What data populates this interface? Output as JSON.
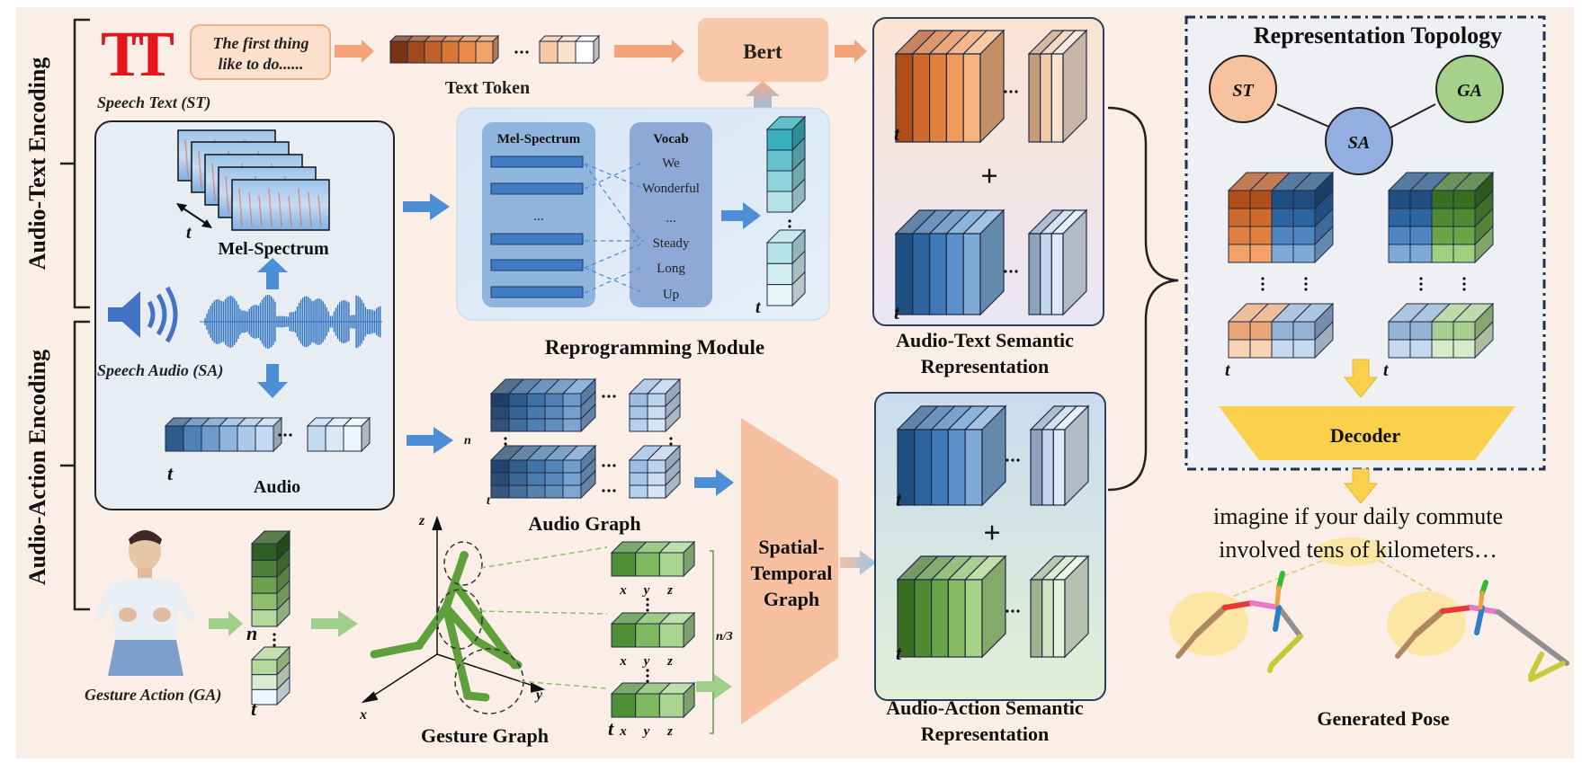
{
  "colors": {
    "background": "#fbeee6",
    "orange": "#e07f3c",
    "blue": "#3d78b8",
    "green": "#5f9a3c",
    "decoder": "#f9d14c",
    "arrow_orange": "#f3a47a",
    "arrow_blue": "#4c8fd6",
    "arrow_green": "#9fcf8a",
    "st_circle": "#f7c29d",
    "sa_circle": "#93aee0",
    "ga_circle": "#a6d18a"
  },
  "labels": {
    "audio_text_encoding": "Audio-Text Encoding",
    "audio_action_encoding": "Audio-Action Encoding",
    "speech_text": "Speech Text (ST)",
    "text_quote": [
      "The first thing",
      "like to do......"
    ],
    "text_token": "Text Token",
    "bert": "Bert",
    "mel_spectrum": "Mel-Spectrum",
    "speech_audio": "Speech Audio (SA)",
    "audio": "Audio",
    "reprogramming_module": "Reprogramming Module",
    "panel_mel_title": "Mel-Spectrum",
    "panel_mel_ellipsis": "...",
    "vocab_title": "Vocab",
    "vocab_items": [
      "We",
      "Wonderful",
      "...",
      "Steady",
      "Long",
      "Up"
    ],
    "audio_graph": "Audio Graph",
    "gesture_graph": "Gesture Graph",
    "gesture_action": "Gesture Action (GA)",
    "spatial_temporal_graph": [
      "Spatial-",
      "Temporal",
      "Graph"
    ],
    "at_semantic": [
      "Audio-Text Semantic",
      "Representation"
    ],
    "aa_semantic": [
      "Audio-Action Semantic",
      "Representation"
    ],
    "representation_topology": "Representation Topology",
    "st": "ST",
    "sa": "SA",
    "ga": "GA",
    "decoder": "Decoder",
    "caption": [
      "imagine if your daily commute",
      "involved tens of kilometers…"
    ],
    "generated_pose": "Generated Pose",
    "t": "t",
    "n": "n",
    "x": "x",
    "y": "y",
    "z": "z",
    "n3": "n/3",
    "plus": "+",
    "ellipsis": "···",
    "logo_letters": "TT"
  }
}
